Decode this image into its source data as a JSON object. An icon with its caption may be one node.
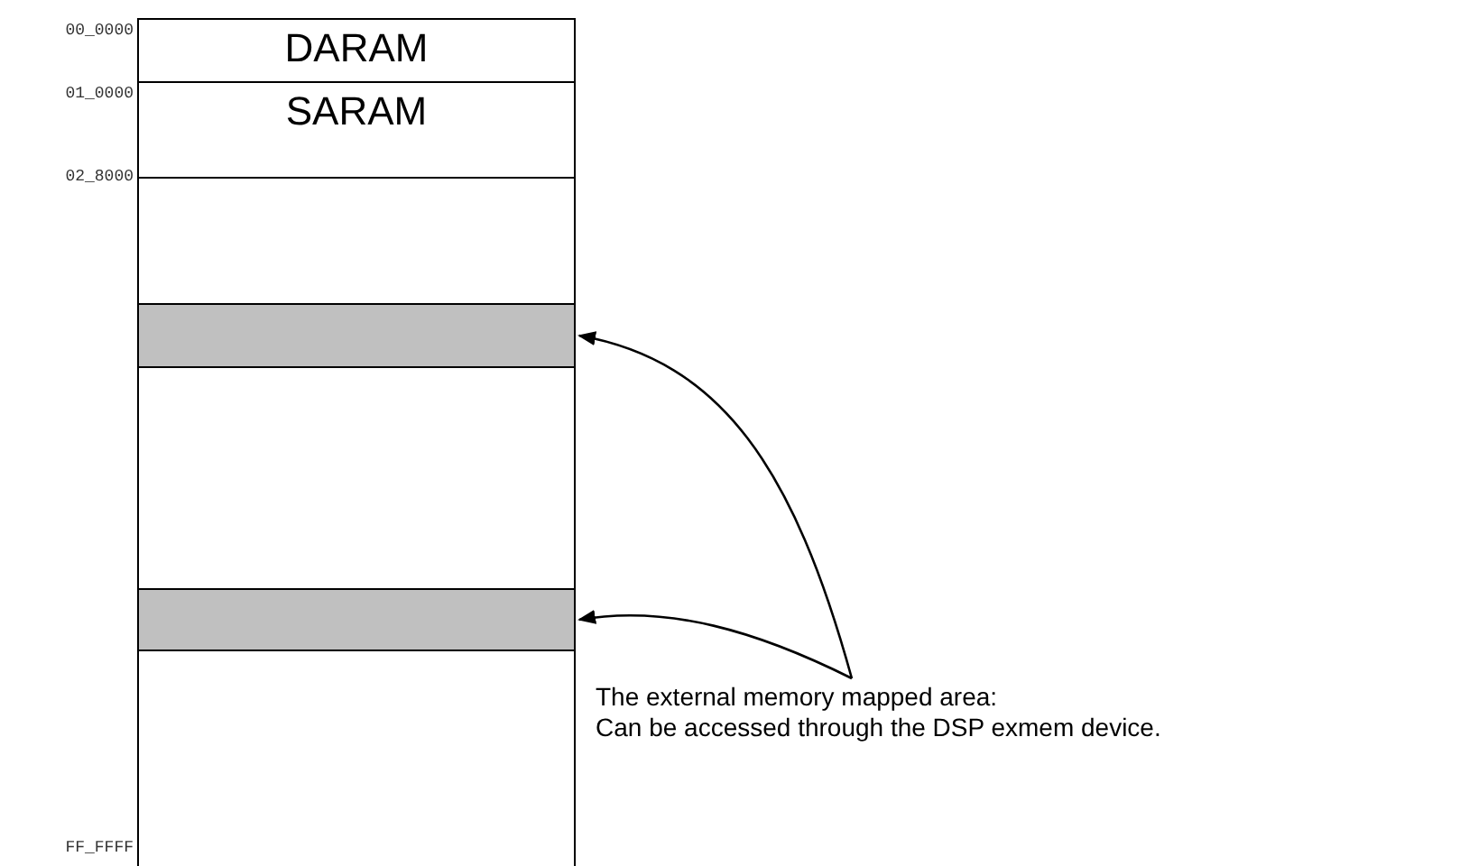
{
  "diagram": {
    "nodes": [
      {
        "text": [
          "DARAM"
        ]
      },
      {
        "text": [
          "SARAM"
        ]
      },
      {
        "text": [],
        "shape": "box"
      },
      {
        "text": [],
        "shape": "box"
      },
      {
        "text": [
          "The external memory mapped area:",
          "Can be accessed through the DSP exmem device."
        ]
      }
    ],
    "edges": [
      {
        "from": 4,
        "to": 2,
        "arrow": "to"
      },
      {
        "from": 4,
        "to": 3,
        "arrow": "to"
      }
    ],
    "labels": [
      "00_0000",
      "01_0000",
      "02_8000",
      "FF_FFFF"
    ]
  }
}
